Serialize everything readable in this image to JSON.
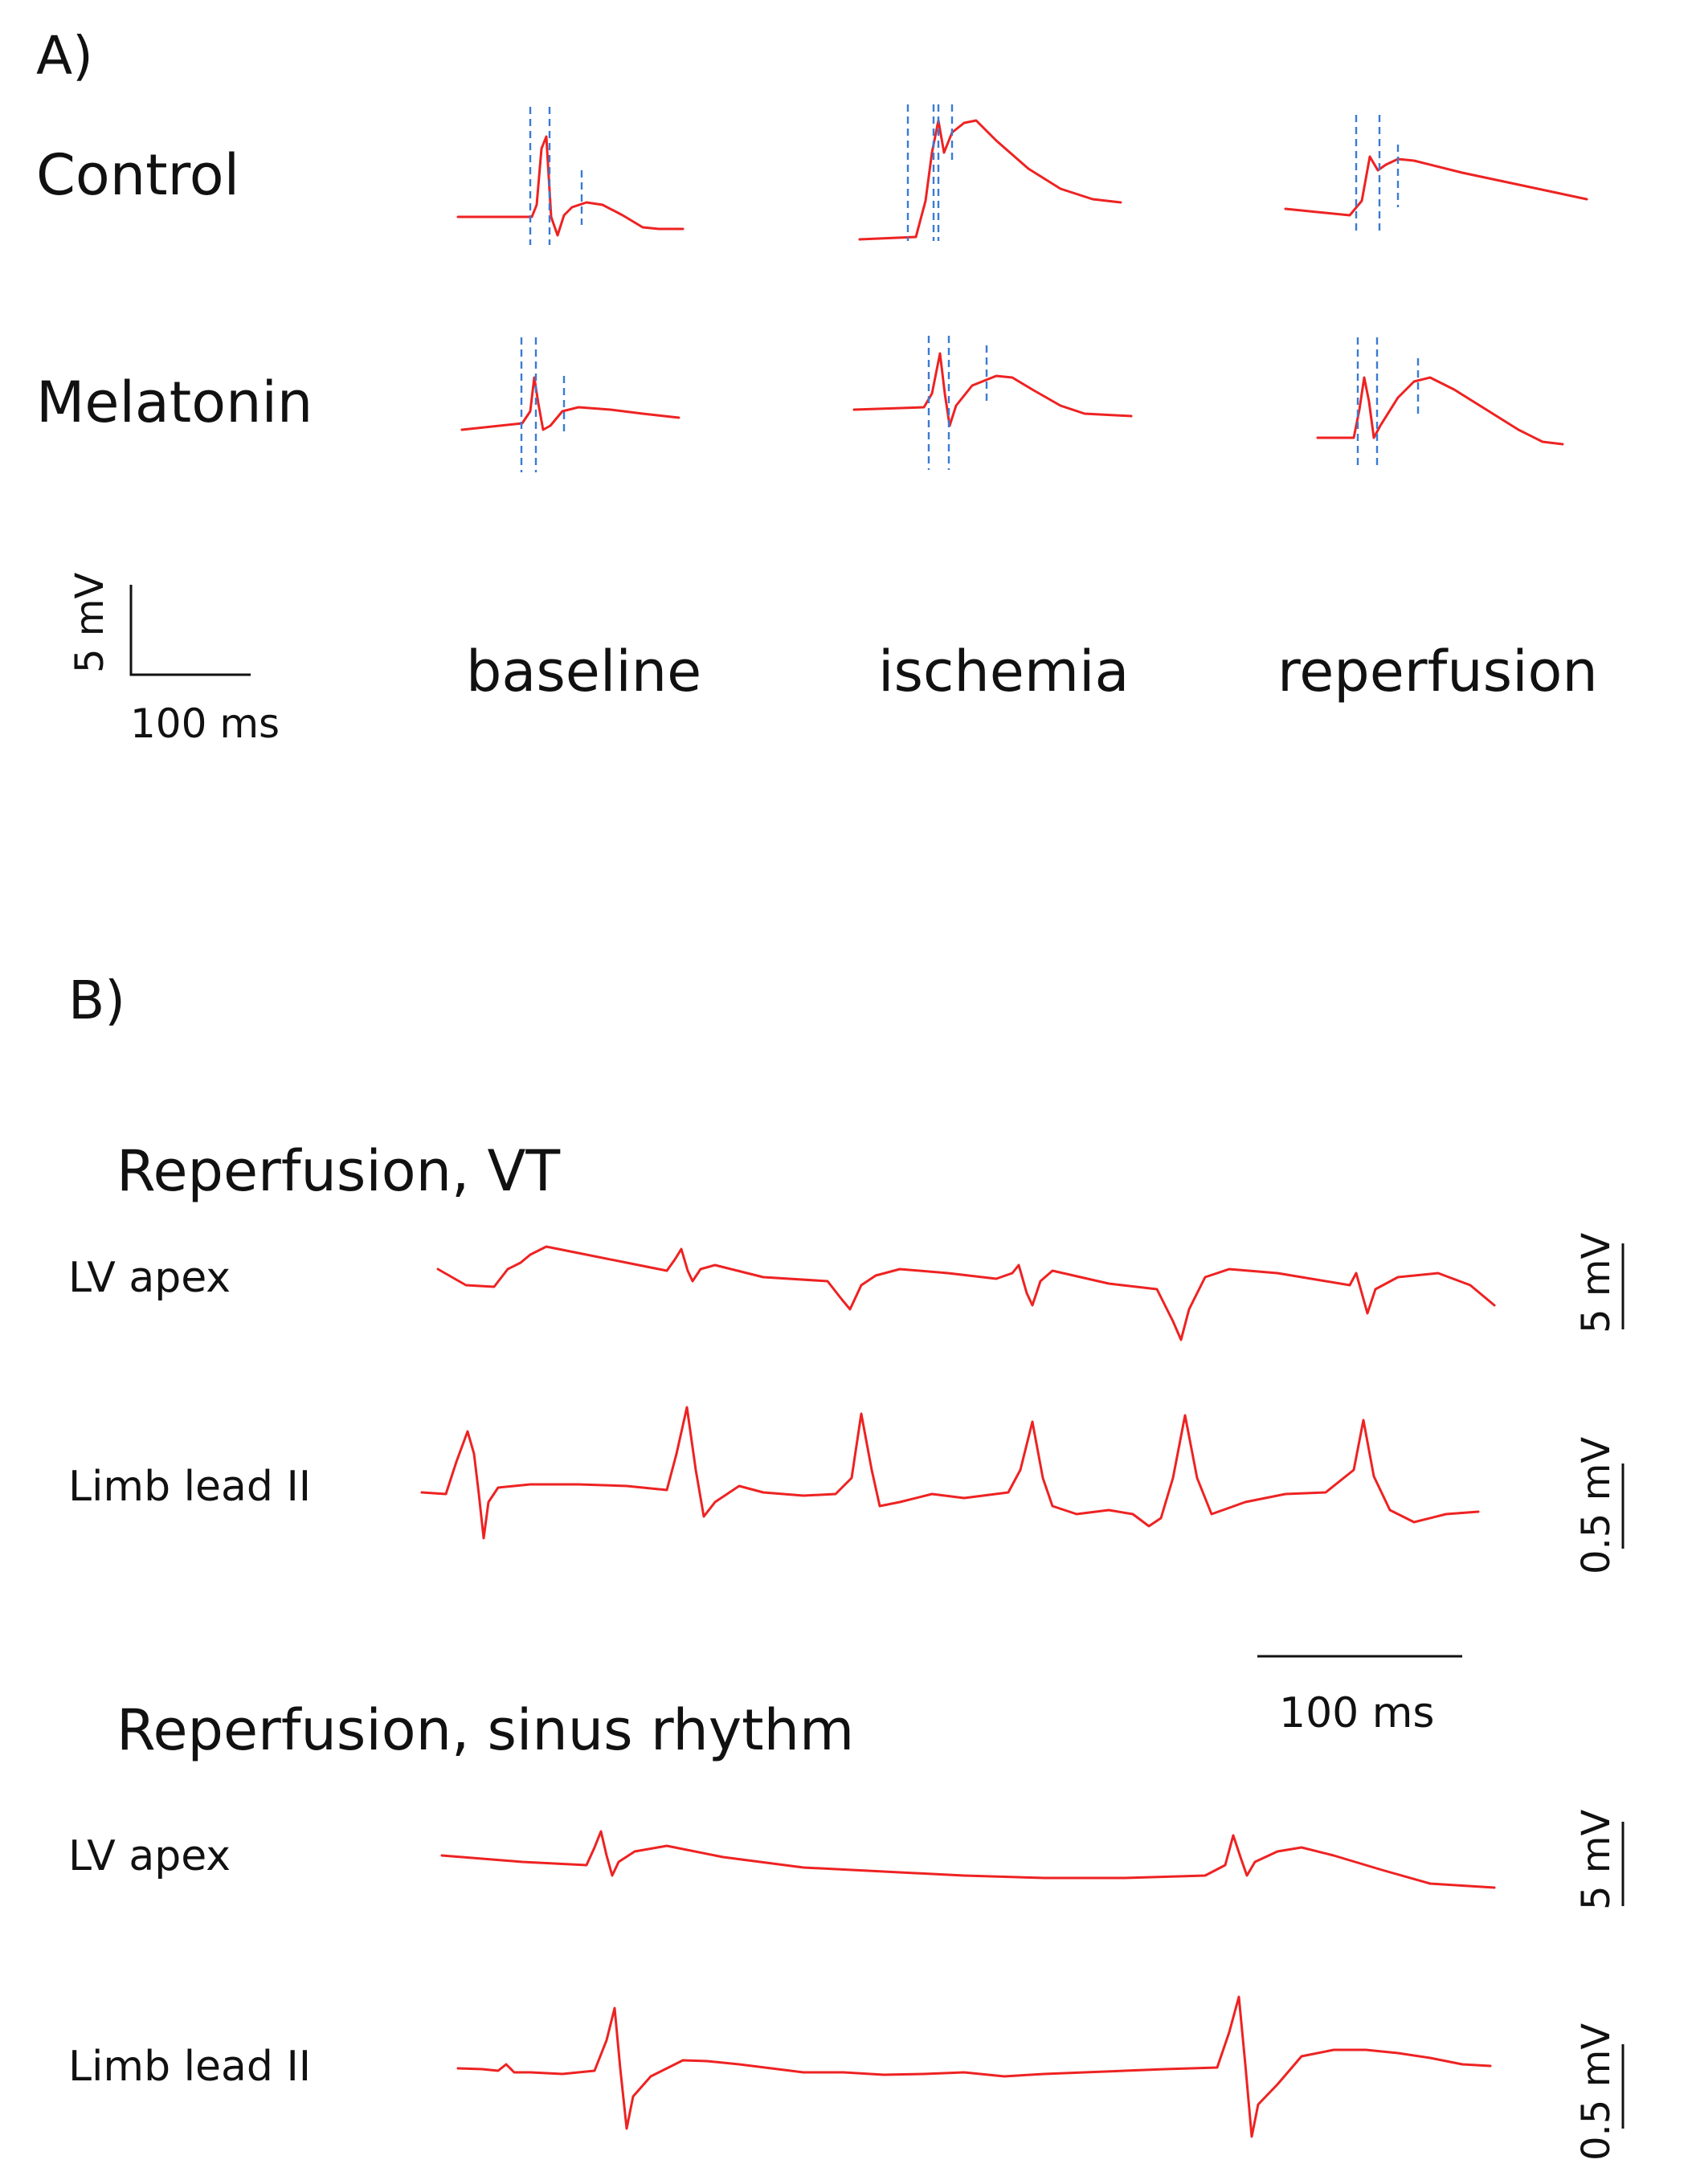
{
  "panel_a": {
    "label": "A)",
    "rows": [
      "Control",
      "Melatonin"
    ],
    "columns": [
      "baseline",
      "ischemia",
      "reperfusion"
    ],
    "scale_bar": {
      "vertical": "5 mV",
      "horizontal": "100 ms"
    }
  },
  "panel_b": {
    "label": "B)",
    "sections": [
      {
        "title": "Reperfusion, VT",
        "traces": [
          {
            "label": "LV apex",
            "scale": "5 mV"
          },
          {
            "label": "Limb lead  II",
            "scale": "0.5 mV"
          }
        ]
      },
      {
        "title": "Reperfusion, sinus rhythm",
        "traces": [
          {
            "label": "LV apex",
            "scale": "5 mV"
          },
          {
            "label": "Limb lead  II",
            "scale": "0.5 mV"
          }
        ]
      }
    ],
    "time_scale": "100 ms"
  },
  "colors": {
    "trace": "#ee2222",
    "marker": "#3a7bd5",
    "text": "#111111"
  }
}
